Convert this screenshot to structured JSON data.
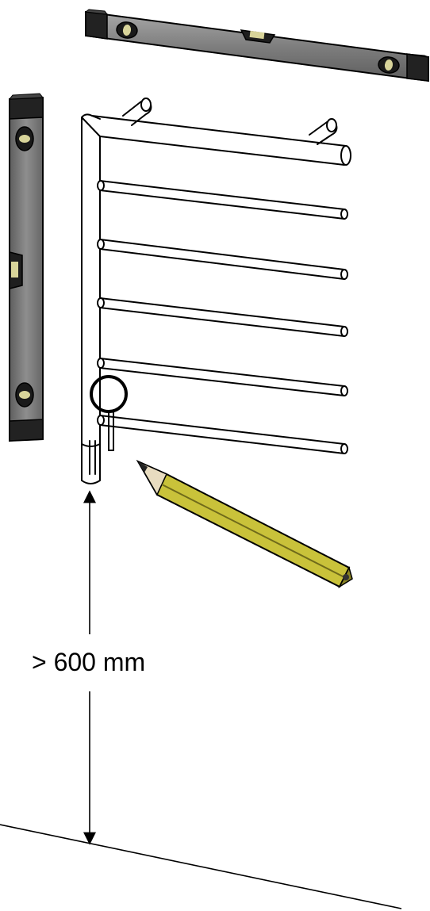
{
  "diagram": {
    "dimension_label": "> 600 mm",
    "colors": {
      "outline": "#000000",
      "level_body": "#8c8c8c",
      "level_dark": "#2a2a2a",
      "bubble": "#d8d49a",
      "pencil_body": "#c9c23a",
      "pencil_dark": "#6f6a1a",
      "background": "#ffffff"
    },
    "parts": [
      "spirit-level-horizontal",
      "spirit-level-vertical",
      "towel-rail",
      "pencil",
      "floor-line",
      "dimension-arrow"
    ]
  }
}
